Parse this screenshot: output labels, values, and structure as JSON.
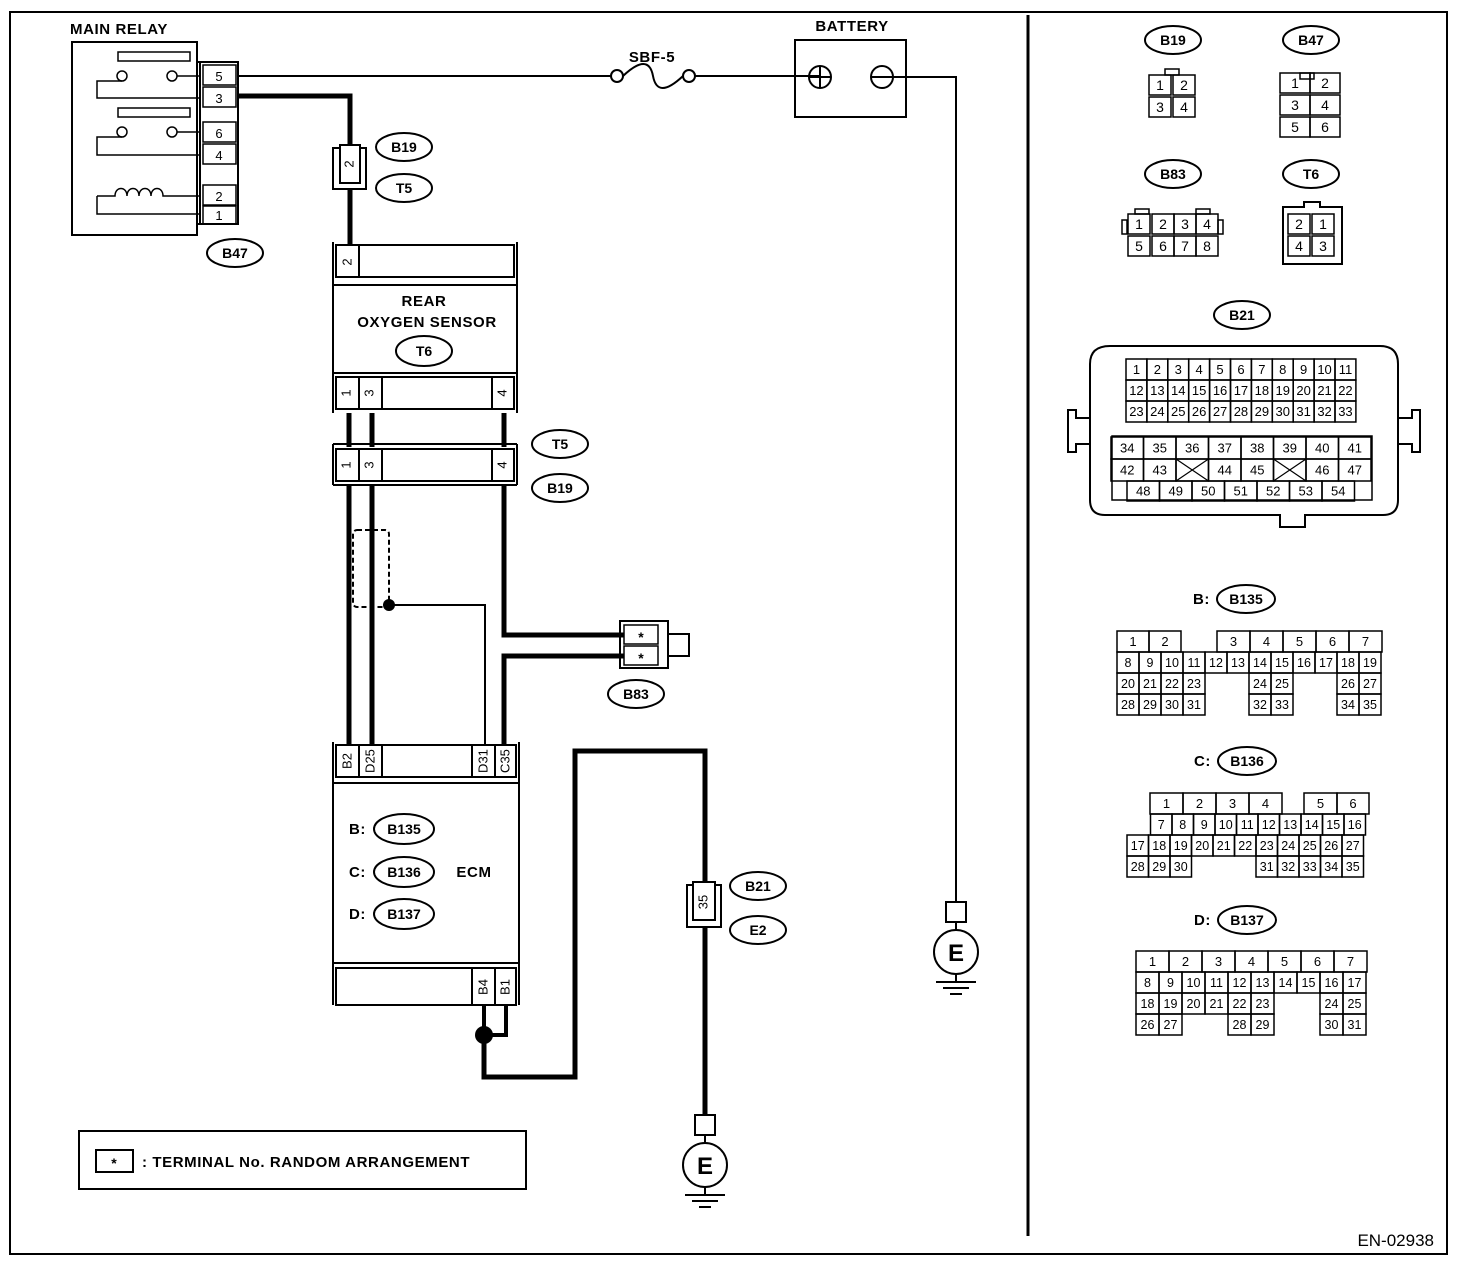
{
  "diagram_id": "EN-02938",
  "labels": {
    "main_relay": "MAIN RELAY",
    "battery": "BATTERY",
    "fuse": "SBF-5",
    "rear_o2_line1": "REAR",
    "rear_o2_line2": "OXYGEN SENSOR",
    "ecm": "ECM",
    "ground": "E",
    "legend_mark": "*",
    "legend_text": ": TERMINAL No. RANDOM ARRANGEMENT"
  },
  "connector_tags": {
    "b47": "B47",
    "b19": "B19",
    "t5": "T5",
    "t6": "T6",
    "b83": "B83",
    "b21": "B21",
    "e2": "E2",
    "b135": "B135",
    "b136": "B136",
    "b137": "B137"
  },
  "prefixes": {
    "b": "B:",
    "c": "C:",
    "d": "D:"
  },
  "relay_pins": [
    "5",
    "3",
    "6",
    "4",
    "2",
    "1"
  ],
  "wire_pins": {
    "b19_t5": "2",
    "sensor_top": "2",
    "sensor_bottom": [
      "1",
      "3",
      "4"
    ],
    "t5_b19": [
      "1",
      "3",
      "4"
    ],
    "b83": [
      "*",
      "*"
    ],
    "ecm_top": [
      "B2",
      "D25",
      "D31",
      "C35"
    ],
    "ecm_bottom": [
      "B4",
      "B1"
    ],
    "b21_e2": "35"
  },
  "connector_views": {
    "B19": [
      "1",
      "2",
      "3",
      "4"
    ],
    "B47": [
      "1",
      "2",
      "3",
      "4",
      "5",
      "6"
    ],
    "B83": [
      "1",
      "2",
      "3",
      "4",
      "5",
      "6",
      "7",
      "8"
    ],
    "T6": [
      "2",
      "1",
      "4",
      "3"
    ],
    "B21_upper": [
      "1",
      "2",
      "3",
      "4",
      "5",
      "6",
      "7",
      "8",
      "9",
      "10",
      "11",
      "12",
      "13",
      "14",
      "15",
      "16",
      "17",
      "18",
      "19",
      "20",
      "21",
      "22",
      "23",
      "24",
      "25",
      "26",
      "27",
      "28",
      "29",
      "30",
      "31",
      "32",
      "33"
    ],
    "B21_lower": [
      "34",
      "35",
      "36",
      "37",
      "38",
      "39",
      "40",
      "41",
      "42",
      "43",
      "44",
      "45",
      "46",
      "47",
      "48",
      "49",
      "50",
      "51",
      "52",
      "53",
      "54"
    ],
    "B135": [
      "1",
      "2",
      "3",
      "4",
      "5",
      "6",
      "7",
      "8",
      "9",
      "10",
      "11",
      "12",
      "13",
      "14",
      "15",
      "16",
      "17",
      "18",
      "19",
      "20",
      "21",
      "22",
      "23",
      "24",
      "25",
      "26",
      "27",
      "28",
      "29",
      "30",
      "31",
      "32",
      "33",
      "34",
      "35"
    ],
    "B136": [
      "1",
      "2",
      "3",
      "4",
      "5",
      "6",
      "7",
      "8",
      "9",
      "10",
      "11",
      "12",
      "13",
      "14",
      "15",
      "16",
      "17",
      "18",
      "19",
      "20",
      "21",
      "22",
      "23",
      "24",
      "25",
      "26",
      "27",
      "28",
      "29",
      "30",
      "31",
      "32",
      "33",
      "34",
      "35"
    ],
    "B137": [
      "1",
      "2",
      "3",
      "4",
      "5",
      "6",
      "7",
      "8",
      "9",
      "10",
      "11",
      "12",
      "13",
      "14",
      "15",
      "16",
      "17",
      "18",
      "19",
      "20",
      "21",
      "22",
      "23",
      "24",
      "25",
      "26",
      "27",
      "28",
      "29",
      "30",
      "31"
    ]
  }
}
